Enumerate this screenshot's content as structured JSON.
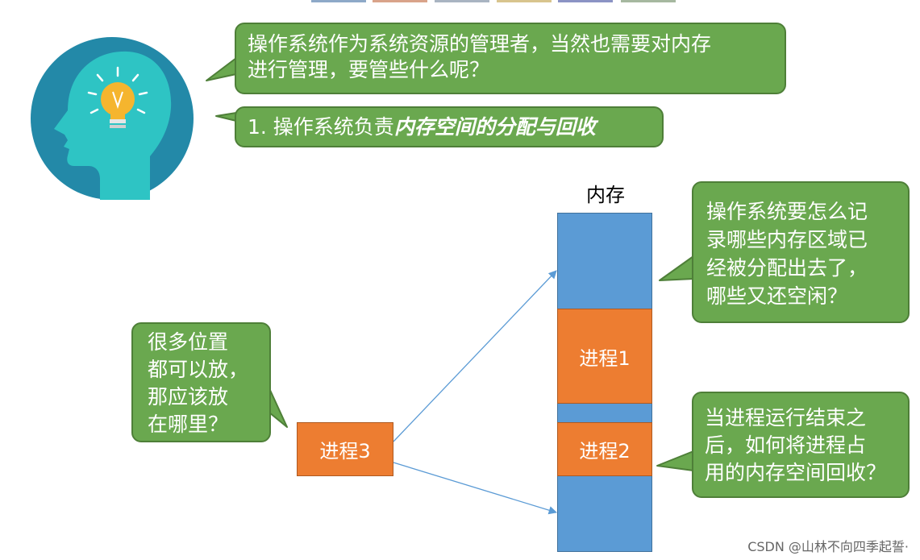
{
  "colors": {
    "bubble_fill": "#6aa84f",
    "memory_blue": "#5b9bd5",
    "process_orange": "#ed7d31",
    "arrow": "#5b9bd5"
  },
  "icons": {
    "avatar": "head-with-lightbulb-icon"
  },
  "question_bubble": {
    "line1": "操作系统作为系统资源的管理者，当然也需要对内存",
    "line2": "进行管理，要管些什么呢？"
  },
  "point1": {
    "prefix": "1. 操作系统负责",
    "emphasis": "内存空间的分配与回收"
  },
  "memory": {
    "label": "内存",
    "process1": "进程1",
    "process2": "进程2"
  },
  "process3": "进程3",
  "record_bubble": [
    "操作系统要怎么记",
    "录哪些内存区域已",
    "经被分配出去了，",
    "哪些又还空闲？"
  ],
  "position_bubble": [
    "很多位置",
    "都可以放，",
    "那应该放",
    "在哪里？"
  ],
  "reclaim_bubble": [
    "当进程运行结束之",
    "后，如何将进程占",
    "用的内存空间回收？"
  ],
  "watermark": "CSDN @山林不向四季起誓·"
}
